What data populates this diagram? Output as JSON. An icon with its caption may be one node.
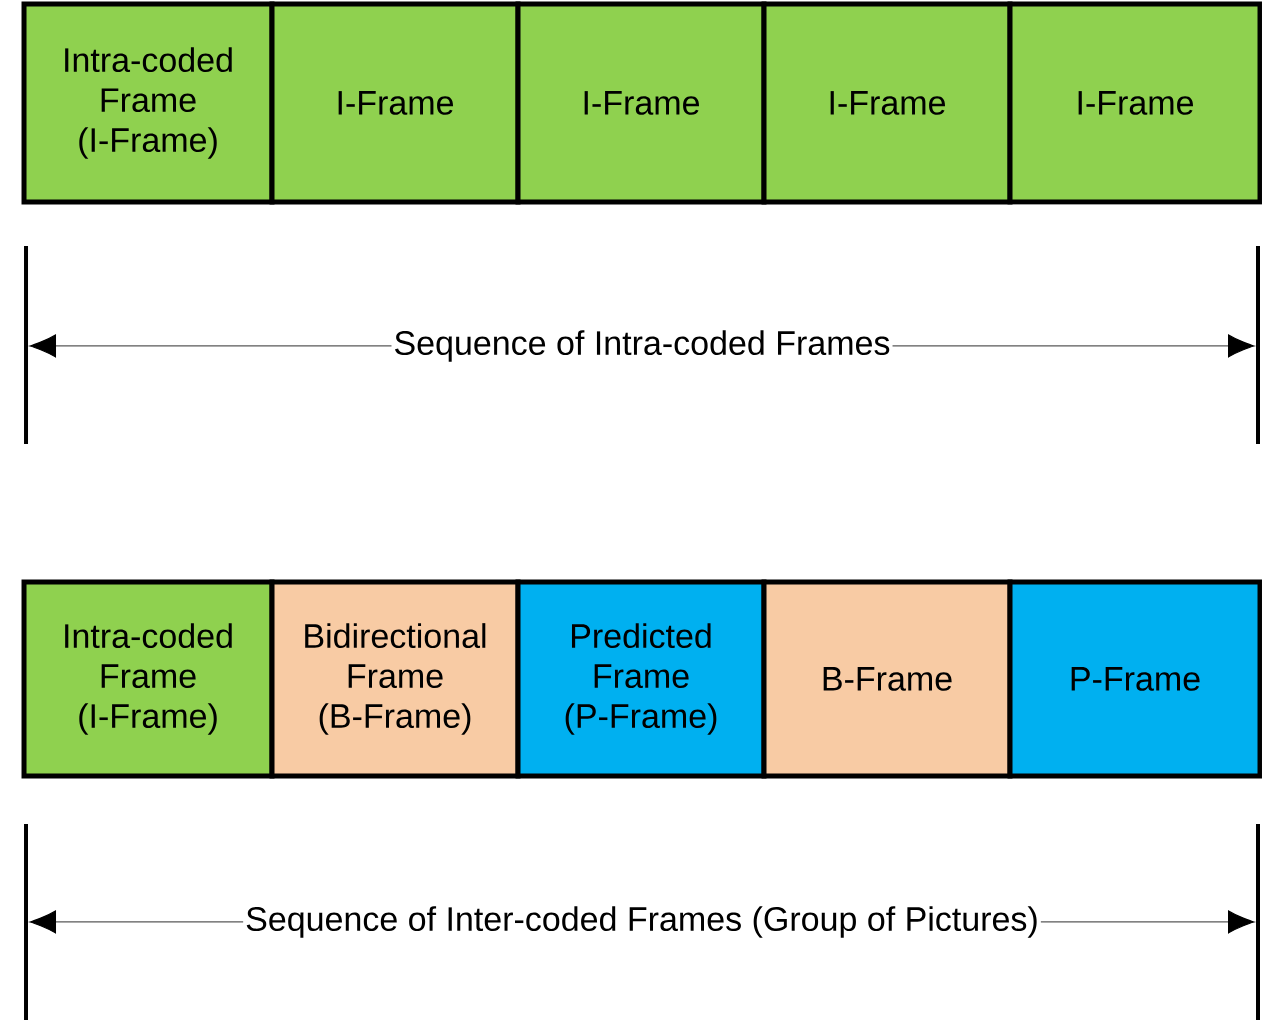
{
  "diagram": {
    "nodes": [
      {
        "text": [
          "Intra-coded Frame (I-Frame)"
        ]
      },
      {
        "text": [
          "I-Frame"
        ]
      },
      {
        "text": [
          "I-Frame"
        ]
      },
      {
        "text": [
          "I-Frame"
        ]
      },
      {
        "text": [
          "I-Frame"
        ]
      },
      {
        "text": [
          "Intra-coded Frame (I-Frame)"
        ]
      },
      {
        "text": [
          "Bidirectional Frame (B-Frame)"
        ]
      },
      {
        "text": [
          "Predicted Frame (P-Frame)"
        ]
      },
      {
        "text": [
          "B-Frame"
        ]
      },
      {
        "text": [
          "P-Frame"
        ]
      }
    ],
    "labels": [
      "Sequence of Intra-coded Frames",
      "Sequence of Inter-coded Frames (Group of Pictures)"
    ]
  }
}
